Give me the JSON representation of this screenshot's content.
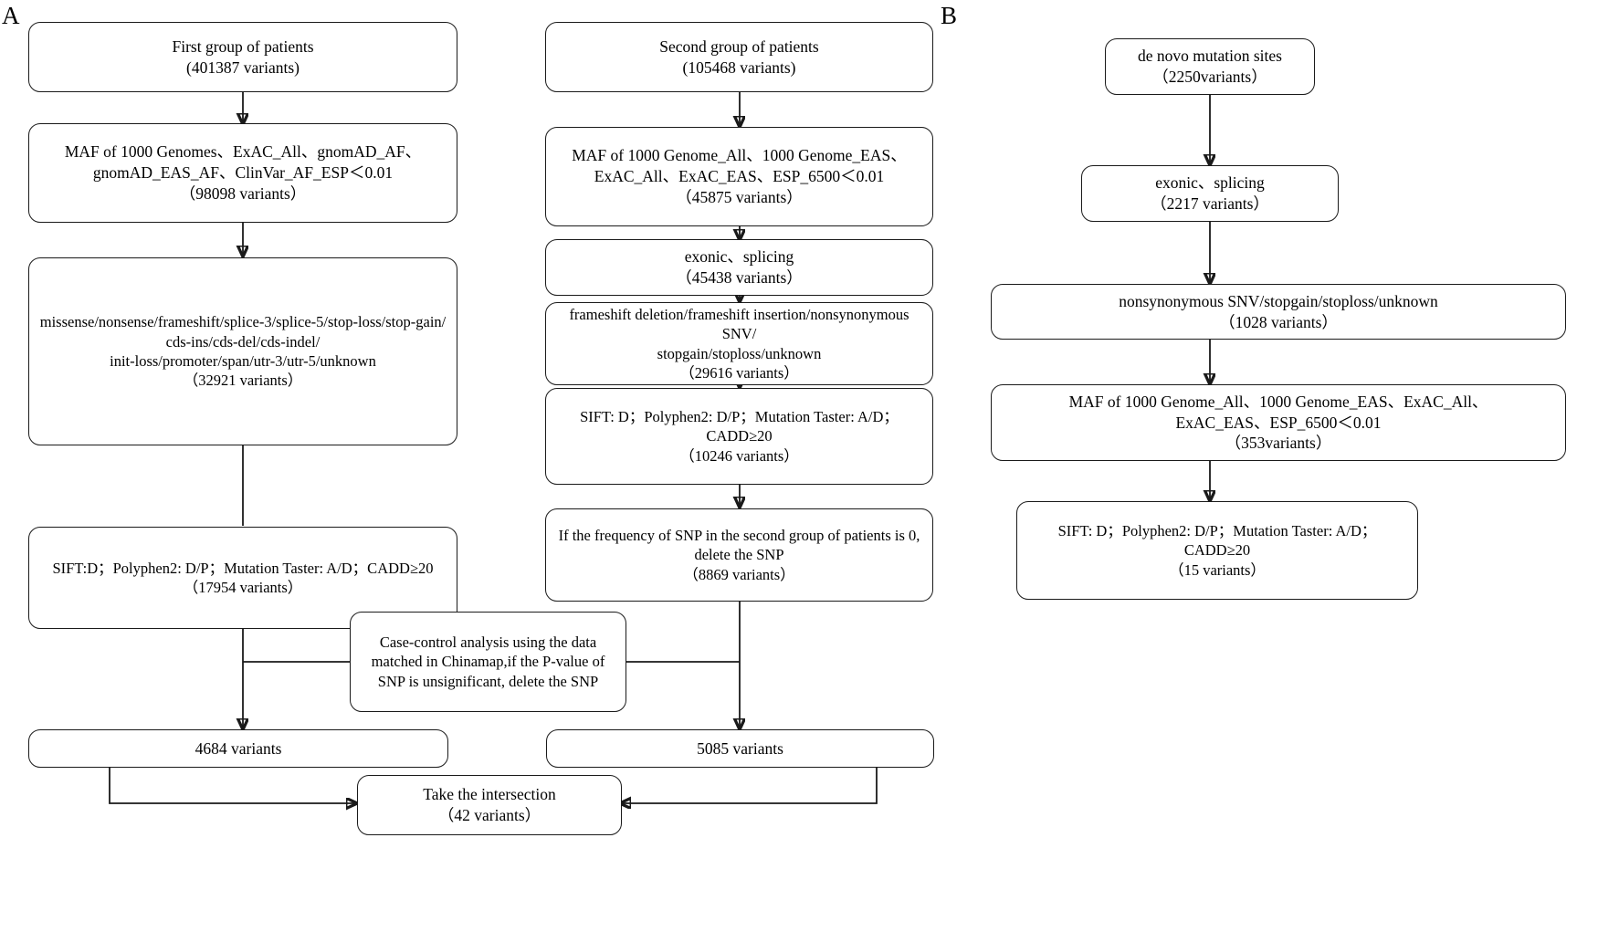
{
  "figure": {
    "type": "flowchart",
    "description": "Variant filtering pipeline flowchart with two panels"
  },
  "panels": [
    {
      "letter": "A"
    },
    {
      "letter": "B"
    }
  ],
  "panel_a": {
    "column_left": [
      {
        "id": "first-group",
        "lines": [
          "First group of patients",
          "(401387 variants)"
        ]
      },
      {
        "id": "maf-filter-left",
        "lines": [
          "MAF of 1000 Genomes、ExAC_All、gnomAD_AF、",
          "gnomAD_EAS_AF、ClinVar_AF_ESP＜0.01",
          "（98098 variants）"
        ]
      },
      {
        "id": "consequence-filter-left",
        "lines": [
          "missense/nonsense/frameshift/splice-3/splice-5/stop-loss/stop-gain/",
          "cds-ins/cds-del/cds-indel/",
          "init-loss/promoter/span/utr-3/utr-5/unknown",
          "（32921 variants）"
        ]
      },
      {
        "id": "pathogenicity-filter-left",
        "lines": [
          "SIFT:D；Polyphen2: D/P；Mutation Taster: A/D；CADD≥20",
          "（17954 variants）"
        ]
      },
      {
        "id": "left-result",
        "lines": [
          "4684 variants"
        ]
      }
    ],
    "column_middle": [
      {
        "id": "second-group",
        "lines": [
          "Second group of patients",
          "(105468 variants)"
        ]
      },
      {
        "id": "maf-filter-mid",
        "lines": [
          "MAF of 1000 Genome_All、1000 Genome_EAS、",
          "ExAC_All、ExAC_EAS、ESP_6500＜0.01",
          "（45875 variants）"
        ]
      },
      {
        "id": "region-filter-mid",
        "lines": [
          "exonic、splicing",
          "（45438 variants）"
        ]
      },
      {
        "id": "consequence-filter-mid",
        "lines": [
          "frameshift deletion/frameshift insertion/nonsynonymous SNV/",
          "stopgain/stoploss/unknown",
          "（29616 variants）"
        ]
      },
      {
        "id": "pathogenicity-filter-mid",
        "lines": [
          "SIFT: D；Polyphen2: D/P；Mutation Taster: A/D；",
          "CADD≥20",
          "（10246 variants）"
        ]
      },
      {
        "id": "snp-frequency-filter",
        "lines": [
          "If the frequency of SNP in the second group of patients is 0,",
          "delete the SNP",
          "（8869 variants）"
        ]
      },
      {
        "id": "mid-result",
        "lines": [
          "5085 variants"
        ]
      }
    ],
    "case_control_box": {
      "id": "case-control-analysis",
      "lines": [
        "Case-control analysis using the data",
        "matched in Chinamap,if the P-value of",
        "SNP is unsignificant, delete the SNP"
      ]
    },
    "intersection_box": {
      "id": "take-intersection",
      "lines": [
        "Take the intersection",
        "（42  variants）"
      ]
    }
  },
  "panel_b": {
    "boxes": [
      {
        "id": "de-novo-sites",
        "lines": [
          "de novo mutation sites",
          "（2250variants）"
        ]
      },
      {
        "id": "region-filter-b",
        "lines": [
          "exonic、splicing",
          "（2217 variants）"
        ]
      },
      {
        "id": "consequence-filter-b",
        "lines": [
          "nonsynonymous SNV/stopgain/stoploss/unknown",
          "（1028 variants）"
        ]
      },
      {
        "id": "maf-filter-b",
        "lines": [
          "MAF of 1000 Genome_All、1000 Genome_EAS、ExAC_All、",
          "ExAC_EAS、ESP_6500＜0.01",
          "（353variants）"
        ]
      },
      {
        "id": "pathogenicity-filter-b",
        "lines": [
          "SIFT: D；Polyphen2: D/P；Mutation Taster: A/D；",
          "CADD≥20",
          "（15 variants）"
        ]
      }
    ]
  },
  "colors": {
    "stroke": "#1a1a1a",
    "background": "#ffffff",
    "text": "#000000"
  }
}
